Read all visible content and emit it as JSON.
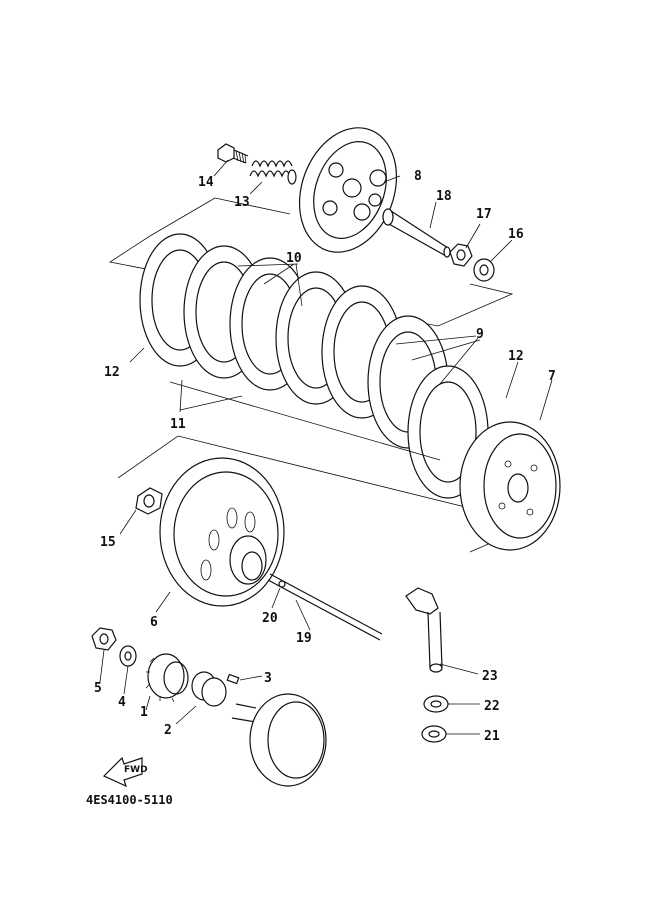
{
  "diagram_code": "4ES4100-5110",
  "fwd_label": "FWD",
  "callouts": [
    {
      "id": "c1",
      "text": "1"
    },
    {
      "id": "c2",
      "text": "2"
    },
    {
      "id": "c3",
      "text": "3"
    },
    {
      "id": "c4",
      "text": "4"
    },
    {
      "id": "c5",
      "text": "5"
    },
    {
      "id": "c6",
      "text": "6"
    },
    {
      "id": "c7",
      "text": "7"
    },
    {
      "id": "c8",
      "text": "8"
    },
    {
      "id": "c9",
      "text": "9"
    },
    {
      "id": "c10",
      "text": "10"
    },
    {
      "id": "c11",
      "text": "11"
    },
    {
      "id": "c12a",
      "text": "12"
    },
    {
      "id": "c12b",
      "text": "12"
    },
    {
      "id": "c13",
      "text": "13"
    },
    {
      "id": "c14",
      "text": "14"
    },
    {
      "id": "c15",
      "text": "15"
    },
    {
      "id": "c16",
      "text": "16"
    },
    {
      "id": "c17",
      "text": "17"
    },
    {
      "id": "c18",
      "text": "18"
    },
    {
      "id": "c19",
      "text": "19"
    },
    {
      "id": "c20",
      "text": "20"
    },
    {
      "id": "c21",
      "text": "21"
    },
    {
      "id": "c22",
      "text": "22"
    },
    {
      "id": "c23",
      "text": "23"
    }
  ]
}
